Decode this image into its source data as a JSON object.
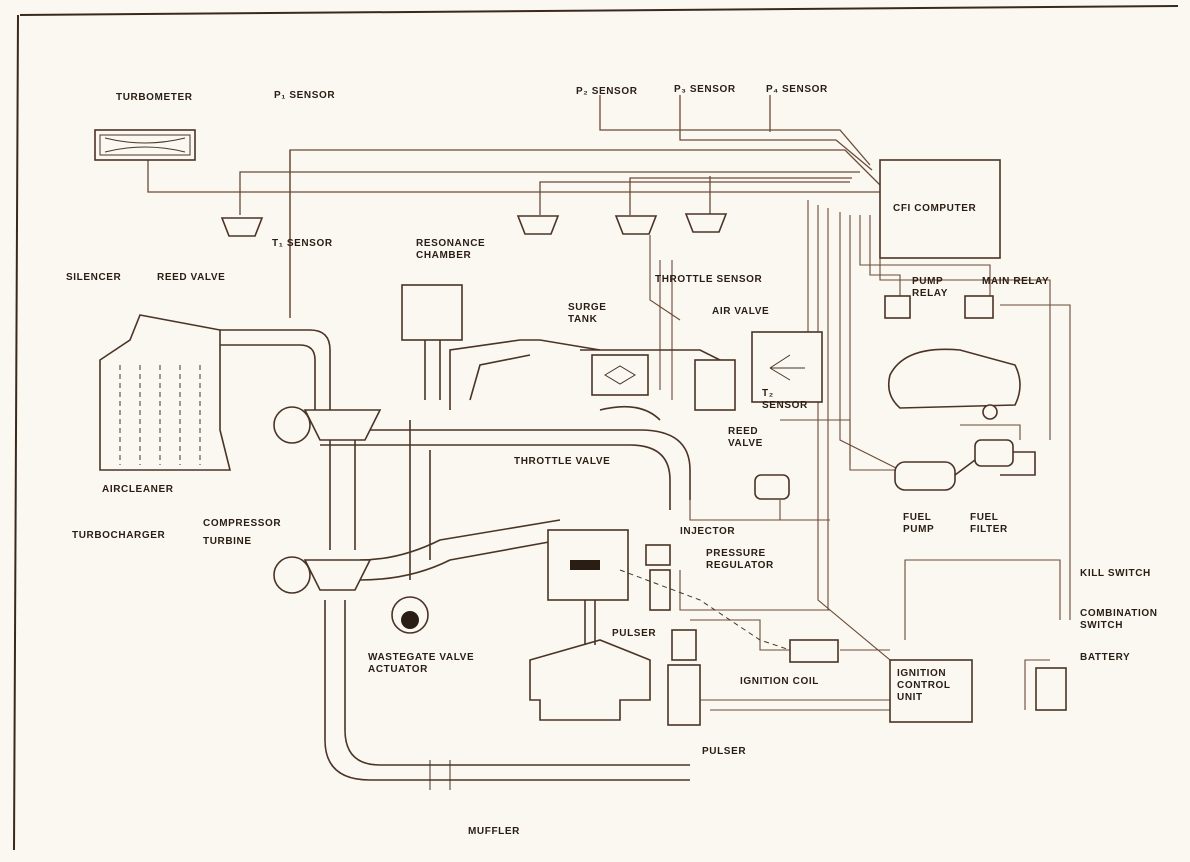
{
  "labels": {
    "turbometer": "TURBOMETER",
    "p1_sensor": "P₁ SENSOR",
    "p2_sensor": "P₂ SENSOR",
    "p3_sensor": "P₃ SENSOR",
    "p4_sensor": "P₄ SENSOR",
    "cfi_computer": "CFI COMPUTER",
    "t1_sensor": "T₁ SENSOR",
    "resonance_chamber": "RESONANCE\nCHAMBER",
    "silencer": "SILENCER",
    "reed_valve": "REED VALVE",
    "surge_tank": "SURGE\nTANK",
    "throttle_sensor": "THROTTLE SENSOR",
    "air_valve": "AIR VALVE",
    "pump_relay": "PUMP\nRELAY",
    "main_relay": "MAIN RELAY",
    "t2_sensor": "T₂\nSENSOR",
    "reed_valve_2": "REED\nVALVE",
    "throttle_valve": "THROTTLE VALVE",
    "aircleaner": "AIRCLEANER",
    "turbocharger": "TURBOCHARGER",
    "compressor": "COMPRESSOR",
    "turbine": "TURBINE",
    "injector": "INJECTOR",
    "pressure_regulator": "PRESSURE\nREGULATOR",
    "fuel_pump": "FUEL\nPUMP",
    "fuel_filter": "FUEL\nFILTER",
    "kill_switch": "KILL SWITCH",
    "combination_switch": "COMBINATION\nSWITCH",
    "battery": "BATTERY",
    "wastegate_actuator": "WASTEGATE VALVE\nACTUATOR",
    "pulser_upper": "PULSER",
    "ignition_coil": "IGNITION COIL",
    "ignition_control_unit": "IGNITION\nCONTROL\nUNIT",
    "pulser_lower": "PULSER",
    "muffler": "MUFFLER"
  }
}
